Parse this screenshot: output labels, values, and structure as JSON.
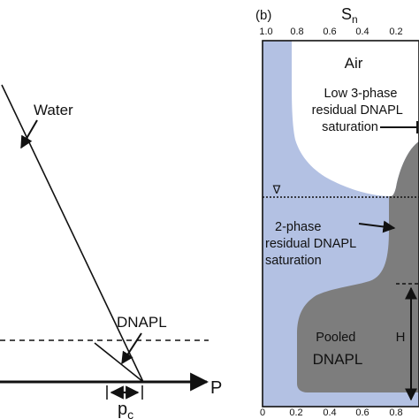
{
  "panel_a": {
    "water_label": "Water",
    "dnapl_label": "DNAPL",
    "p_axis_label": "P",
    "pc_label": "p",
    "pc_subscript": "c"
  },
  "panel_b": {
    "panel_label": "(b)",
    "top_axis": {
      "label": "S",
      "label_subscript": "n",
      "ticks": [
        "1.0",
        "0.8",
        "0.6",
        "0.4",
        "0.2"
      ]
    },
    "bottom_axis": {
      "ticks": [
        "0",
        "0.2",
        "0.4",
        "0.6",
        "0.8"
      ]
    },
    "air_label": "Air",
    "low_3phase_lines": [
      "Low 3-phase",
      "residual DNAPL",
      "saturation"
    ],
    "two_phase_lines": [
      "2-phase",
      "residual DNAPL",
      "saturation"
    ],
    "pooled_lines": [
      "Pooled",
      "DNAPL"
    ],
    "h_label": "H",
    "water_table_symbol": "∇"
  },
  "colors": {
    "water_fill": "#b3c1e3",
    "dnapl_fill": "#7d7d7d",
    "line": "#111111"
  }
}
